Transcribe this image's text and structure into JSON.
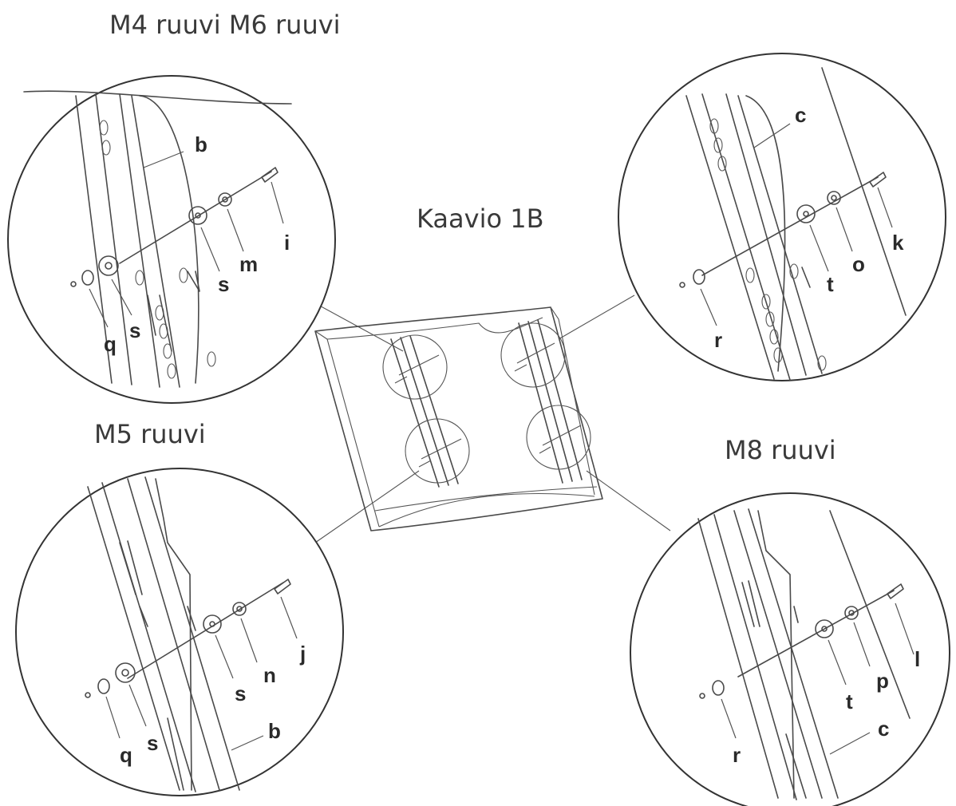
{
  "title": "Kaavio 1B",
  "screw_captions": {
    "top_left": "M4 ruuvi M6 ruuvi",
    "bottom_left": "M5 ruuvi",
    "bottom_right": "M8 ruuvi"
  },
  "parts": {
    "top_left": [
      "b",
      "i",
      "m",
      "s",
      "s",
      "q"
    ],
    "top_right": [
      "c",
      "k",
      "o",
      "t",
      "r"
    ],
    "bottom_left": [
      "j",
      "n",
      "s",
      "s",
      "q",
      "b"
    ],
    "bottom_right": [
      "l",
      "p",
      "t",
      "r",
      "c"
    ]
  }
}
